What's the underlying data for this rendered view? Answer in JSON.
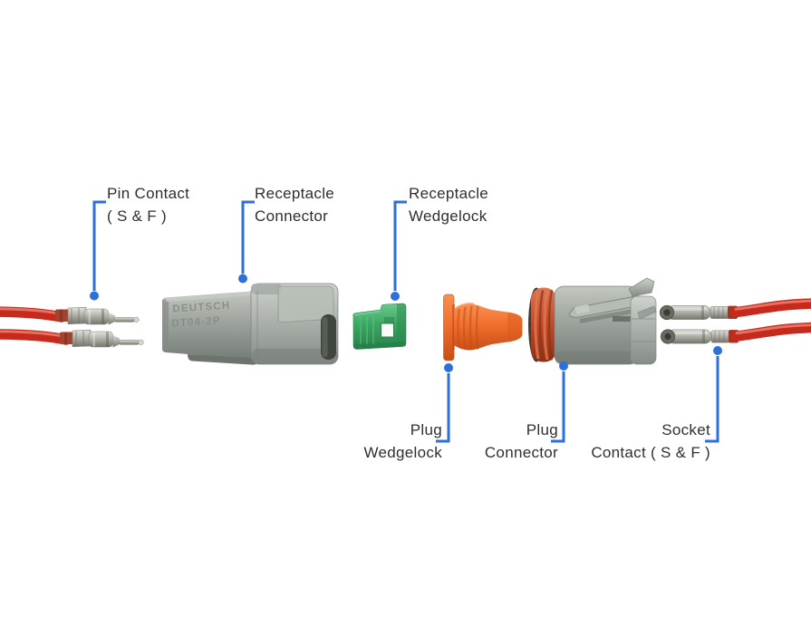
{
  "palette": {
    "leader_blue": "#2d6fdb",
    "label_text": "#2f2f2f",
    "connector_gray": "#9aa19a",
    "wedgelock_green": "#3aa862",
    "wedgelock_orange": "#ee6c2c",
    "wire_red": "#c62a1c",
    "seal_red": "#bf4a2b",
    "metal_silver": "#b2b2ab"
  },
  "labels": {
    "pin_contact": {
      "line1": "Pin Contact",
      "line2": "( S & F )"
    },
    "receptacle_connector": {
      "line1": "Receptacle",
      "line2": "Connector"
    },
    "receptacle_wedgelock": {
      "line1": "Receptacle",
      "line2": "Wedgelock"
    },
    "plug_wedgelock": {
      "line1": "Plug",
      "line2": "Wedgelock"
    },
    "plug_connector": {
      "line1": "Plug",
      "line2": "Connector"
    },
    "socket_contact": {
      "line1": "Socket",
      "line2": "Contact ( S & F )"
    }
  },
  "markings": {
    "receptacle_line1": "DEUTSCH",
    "receptacle_line2": "DT04-2P"
  }
}
